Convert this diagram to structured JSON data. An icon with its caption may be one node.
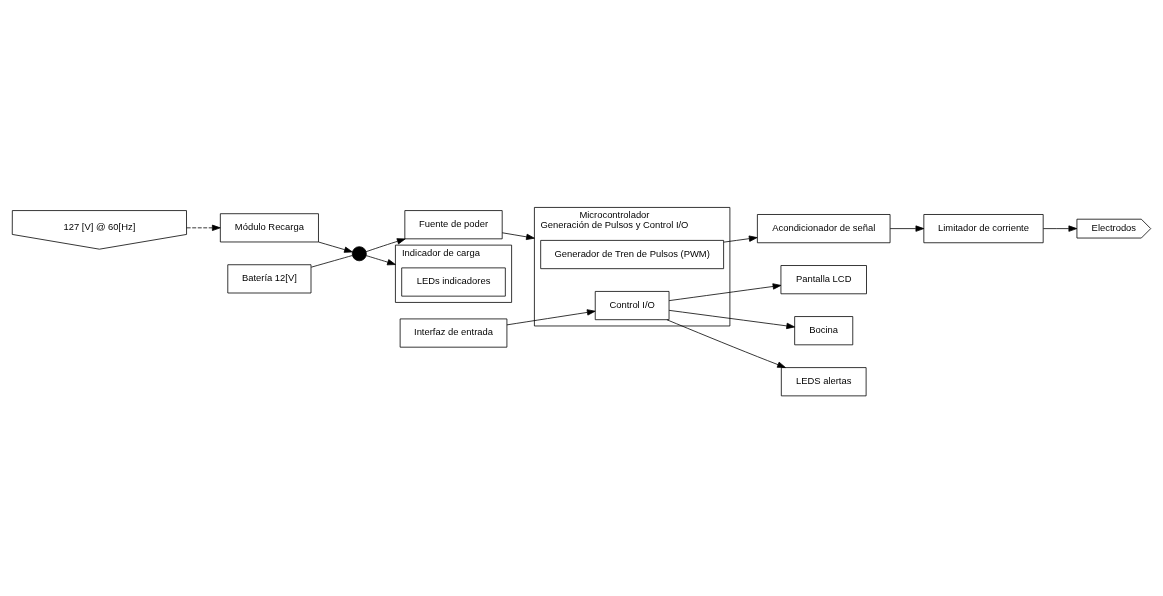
{
  "diagram": {
    "nodes": [
      {
        "text": [
          "127 [V] @ 60[Hz]"
        ]
      },
      {
        "text": [
          "Módulo Recarga"
        ]
      },
      {
        "text": [
          "Batería 12[V]"
        ]
      },
      {
        "text": [],
        "shape": "switch"
      },
      {
        "text": [
          "Fuente de poder"
        ]
      },
      {
        "text": [
          "Indicador de carga"
        ]
      },
      {
        "text": [
          "LEDs indicadores"
        ],
        "in": 5
      },
      {
        "text": [
          "Microcontrolador",
          "Generación de Pulsos y Control I/O"
        ]
      },
      {
        "text": [
          "Generador de Tren de Pulsos (PWM)"
        ],
        "in": 7
      },
      {
        "text": [
          "Control I/O"
        ],
        "in": 7
      },
      {
        "text": [
          "Interfaz de entrada"
        ]
      },
      {
        "text": [
          "Pantalla LCD"
        ]
      },
      {
        "text": [
          "Bocina"
        ]
      },
      {
        "text": [
          "LEDS alertas"
        ]
      },
      {
        "text": [
          "Acondicionador de señal"
        ]
      },
      {
        "text": [
          "Limitador de corriente"
        ]
      },
      {
        "text": [
          "Electrodos"
        ]
      }
    ],
    "edges": [
      {
        "from": 0,
        "to": 1,
        "arrow": "to",
        "style": "dashed"
      },
      {
        "from": 1,
        "to": 3,
        "arrow": "to"
      },
      {
        "from": 2,
        "to": 3,
        "arrow": "none"
      },
      {
        "from": 3,
        "to": 4,
        "arrow": "to"
      },
      {
        "from": 3,
        "to": 5,
        "arrow": "to"
      },
      {
        "from": 4,
        "to": 7,
        "arrow": "to"
      },
      {
        "from": 10,
        "to": 9,
        "arrow": "to"
      },
      {
        "from": 9,
        "to": 11,
        "arrow": "to"
      },
      {
        "from": 9,
        "to": 12,
        "arrow": "to"
      },
      {
        "from": 9,
        "to": 13,
        "arrow": "to"
      },
      {
        "from": 8,
        "to": 14,
        "arrow": "to"
      },
      {
        "from": 14,
        "to": 15,
        "arrow": "to"
      },
      {
        "from": 15,
        "to": 16,
        "arrow": "to"
      }
    ]
  }
}
